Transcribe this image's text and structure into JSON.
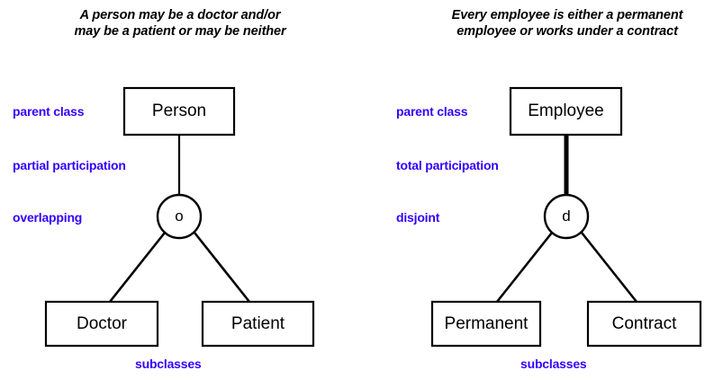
{
  "palette": {
    "background": "#ffffff",
    "stroke": "#000000",
    "annotation_blue": "#3300ff",
    "text": "#000000"
  },
  "diagrams": [
    {
      "id": "person-specialization",
      "caption": {
        "line1": "A person may be a doctor and/or",
        "line2": "may be a patient or may be neither"
      },
      "parent": {
        "label": "Person"
      },
      "circle": {
        "symbol": "o",
        "meaning": "overlapping"
      },
      "participation": {
        "type": "partial",
        "line_style": "single-thin"
      },
      "subclasses": [
        {
          "label": "Doctor"
        },
        {
          "label": "Patient"
        }
      ],
      "annotations": {
        "parent_class": "parent class",
        "participation": "partial participation",
        "constraint": "overlapping",
        "subclasses": "subclasses"
      }
    },
    {
      "id": "employee-specialization",
      "caption": {
        "line1": "Every employee is either a permanent",
        "line2": "employee or works under a contract"
      },
      "parent": {
        "label": "Employee"
      },
      "circle": {
        "symbol": "d",
        "meaning": "disjoint"
      },
      "participation": {
        "type": "total",
        "line_style": "thick"
      },
      "subclasses": [
        {
          "label": "Permanent"
        },
        {
          "label": "Contract"
        }
      ],
      "annotations": {
        "parent_class": "parent class",
        "participation": "total participation",
        "constraint": "disjoint",
        "subclasses": "subclasses"
      }
    }
  ]
}
